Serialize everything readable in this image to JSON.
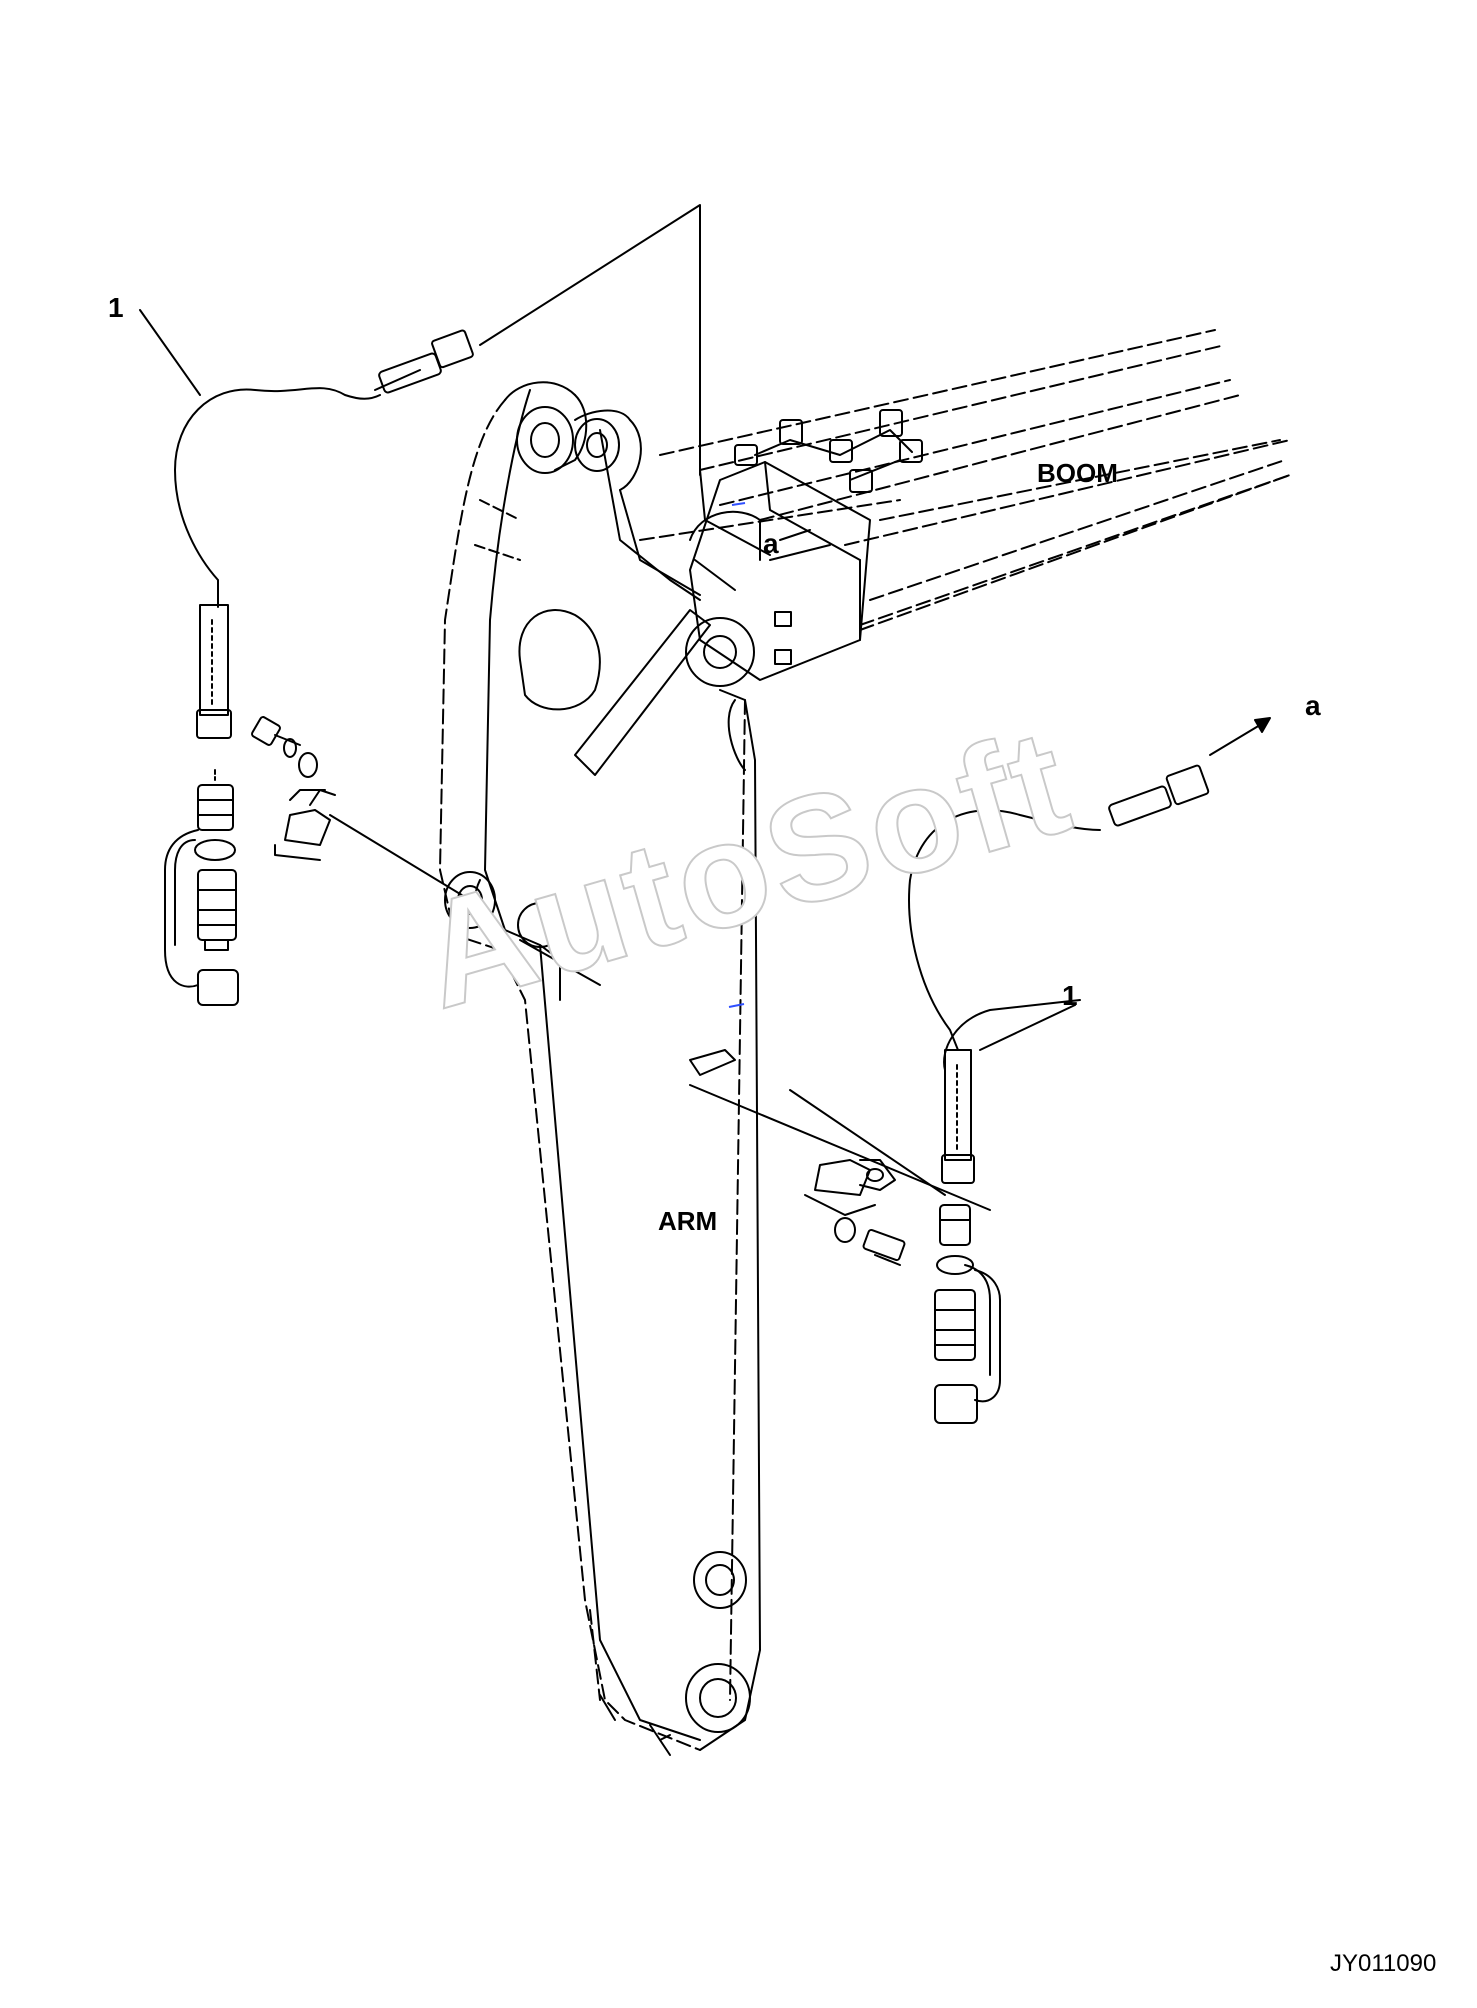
{
  "labels": {
    "callout_1_top": "1",
    "callout_1_right": "1",
    "callout_a_boom": "a",
    "callout_a_arrow": "a",
    "boom": "BOOM",
    "arm": "ARM"
  },
  "drawing_number": "JY011090",
  "watermark": "AutoSoft",
  "colors": {
    "line": "#000000",
    "background": "#ffffff",
    "watermark_outline": "#c9c9c9"
  }
}
